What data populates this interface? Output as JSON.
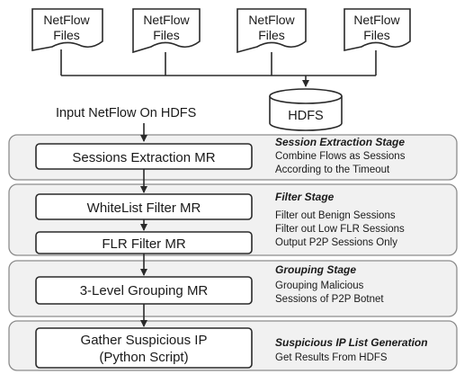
{
  "netflow_files": [
    {
      "line1": "NetFlow",
      "line2": "Files"
    },
    {
      "line1": "NetFlow",
      "line2": "Files"
    },
    {
      "line1": "NetFlow",
      "line2": "Files"
    },
    {
      "line1": "NetFlow",
      "line2": "Files"
    }
  ],
  "hdfs_label": "HDFS",
  "input_label": "Input NetFlow On HDFS",
  "stages": [
    {
      "title": "Session Extraction Stage",
      "notes": [
        "Combine Flows as Sessions",
        "According to the Timeout"
      ],
      "boxes": [
        {
          "lines": [
            "Sessions Extraction MR"
          ]
        }
      ]
    },
    {
      "title": "Filter Stage",
      "notes": [
        "Filter out Benign Sessions",
        "Filter out Low FLR Sessions",
        "Output P2P Sessions Only"
      ],
      "boxes": [
        {
          "lines": [
            "WhiteList Filter MR"
          ]
        },
        {
          "lines": [
            "FLR Filter MR"
          ]
        }
      ]
    },
    {
      "title": "Grouping Stage",
      "notes": [
        "Grouping Malicious",
        "Sessions of P2P Botnet"
      ],
      "boxes": [
        {
          "lines": [
            "3-Level Grouping MR"
          ]
        }
      ]
    },
    {
      "title": "Suspicious IP List Generation",
      "notes": [
        "Get Results From HDFS"
      ],
      "boxes": [
        {
          "lines": [
            "Gather Suspicious IP",
            "(Python Script)"
          ]
        }
      ]
    }
  ]
}
